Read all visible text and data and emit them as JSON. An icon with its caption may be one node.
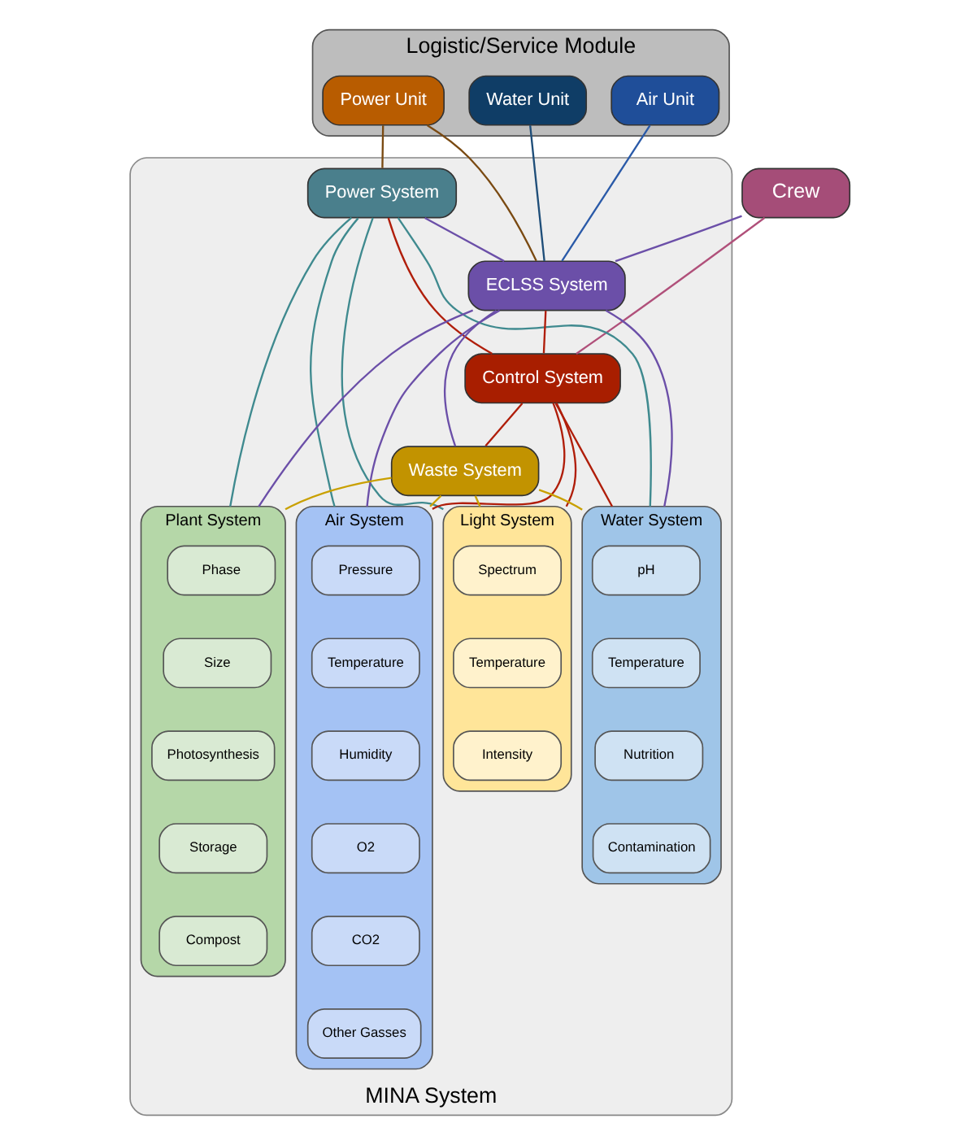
{
  "diagram": {
    "nodes": [
      {
        "text": [
          "Logistic/Service Module"
        ]
      },
      {
        "text": [
          "Power Unit"
        ],
        "in": 0
      },
      {
        "text": [
          "Water Unit"
        ],
        "in": 0
      },
      {
        "text": [
          "Air Unit"
        ],
        "in": 0
      },
      {
        "text": [
          "Crew"
        ]
      },
      {
        "text": [
          "MINA System"
        ]
      },
      {
        "text": [
          "Power System"
        ],
        "in": 5
      },
      {
        "text": [
          "ECLSS System"
        ],
        "in": 5
      },
      {
        "text": [
          "Control System"
        ],
        "in": 5
      },
      {
        "text": [
          "Waste System"
        ],
        "in": 5
      },
      {
        "text": [
          "Plant System"
        ],
        "in": 5
      },
      {
        "text": [
          "Phase"
        ],
        "in": 10
      },
      {
        "text": [
          "Size"
        ],
        "in": 10
      },
      {
        "text": [
          "Photosynthesis"
        ],
        "in": 10
      },
      {
        "text": [
          "Storage"
        ],
        "in": 10
      },
      {
        "text": [
          "Compost"
        ],
        "in": 10
      },
      {
        "text": [
          "Light System"
        ],
        "in": 5
      },
      {
        "text": [
          "Spectrum"
        ],
        "in": 16
      },
      {
        "text": [
          "Temperature"
        ],
        "in": 16
      },
      {
        "text": [
          "Intensity"
        ],
        "in": 16
      },
      {
        "text": [
          "Water System"
        ],
        "in": 5
      },
      {
        "text": [
          "pH"
        ],
        "in": 20
      },
      {
        "text": [
          "Temperature"
        ],
        "in": 20
      },
      {
        "text": [
          "Nutrition"
        ],
        "in": 20
      },
      {
        "text": [
          "Contamination"
        ],
        "in": 20
      },
      {
        "text": [
          "Air System"
        ],
        "in": 5
      },
      {
        "text": [
          "Pressure"
        ],
        "in": 25
      },
      {
        "text": [
          "Temperature"
        ],
        "in": 25
      },
      {
        "text": [
          "Humidity"
        ],
        "in": 25
      },
      {
        "text": [
          "O2"
        ],
        "in": 25
      },
      {
        "text": [
          "CO2"
        ],
        "in": 25
      },
      {
        "text": [
          "Other Gasses"
        ],
        "in": 25
      }
    ],
    "edges": [
      {
        "from": 1,
        "to": 6,
        "arrow": "none",
        "color": "#7a4a12"
      },
      {
        "from": 1,
        "to": 7,
        "arrow": "none",
        "color": "#7a4a12"
      },
      {
        "from": 2,
        "to": 7,
        "arrow": "none",
        "color": "#1f4e79"
      },
      {
        "from": 3,
        "to": 7,
        "arrow": "none",
        "color": "#2a5aa8"
      },
      {
        "from": 4,
        "to": 7,
        "arrow": "none"
      },
      {
        "from": 4,
        "to": 8,
        "arrow": "none",
        "color": "#b0507a"
      },
      {
        "from": 6,
        "to": 7,
        "arrow": "none"
      },
      {
        "from": 6,
        "to": 8,
        "arrow": "none",
        "color": "#b01e0a"
      },
      {
        "from": 7,
        "to": 8,
        "arrow": "none",
        "color": "#b01e0a"
      },
      {
        "from": 6,
        "to": 10,
        "arrow": "none",
        "color": "#3f8a8f"
      },
      {
        "from": 6,
        "to": 16,
        "arrow": "none",
        "color": "#3f8a8f"
      },
      {
        "from": 6,
        "to": 20,
        "arrow": "none",
        "color": "#3f8a8f"
      },
      {
        "from": 6,
        "to": 25,
        "arrow": "none",
        "color": "#3f8a8f"
      },
      {
        "from": 7,
        "to": 10,
        "arrow": "none"
      },
      {
        "from": 7,
        "to": 20,
        "arrow": "none"
      },
      {
        "from": 7,
        "to": 25,
        "arrow": "none"
      },
      {
        "from": 7,
        "to": 9,
        "arrow": "none"
      },
      {
        "from": 8,
        "to": 16,
        "arrow": "none",
        "color": "#b01e0a"
      },
      {
        "from": 8,
        "to": 20,
        "arrow": "none",
        "color": "#b01e0a"
      },
      {
        "from": 8,
        "to": 25,
        "arrow": "none",
        "color": "#b01e0a"
      },
      {
        "from": 8,
        "to": 9,
        "arrow": "none",
        "color": "#b01e0a"
      },
      {
        "from": 9,
        "to": 10,
        "arrow": "none",
        "color": "#c9a000"
      },
      {
        "from": 9,
        "to": 16,
        "arrow": "none",
        "color": "#c9a000"
      },
      {
        "from": 9,
        "to": 20,
        "arrow": "none",
        "color": "#c9a000"
      },
      {
        "from": 9,
        "to": 25,
        "arrow": "none",
        "color": "#c9a000"
      }
    ]
  }
}
